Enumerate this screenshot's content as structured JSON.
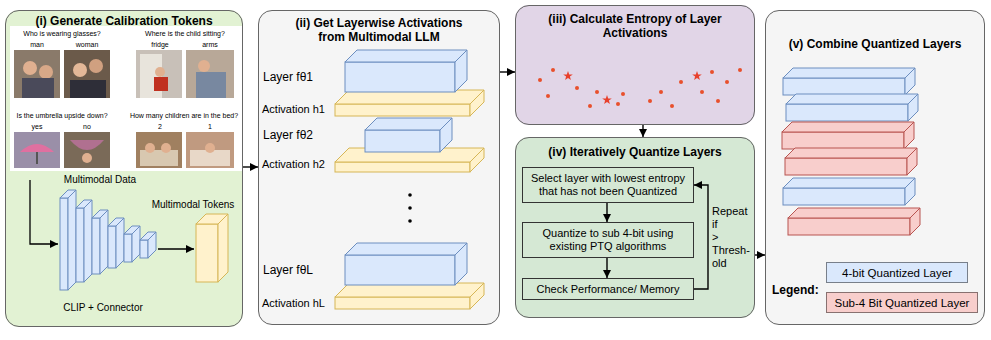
{
  "diagram": {
    "nodes": [
      {
        "text": [
          "(i) Generate Calibration Tokens"
        ]
      },
      {
        "text": [
          "(ii) Get Layerwise Activations from Multimodal LLM"
        ]
      },
      {
        "text": [
          "(iii) Calculate Entropy of Layer Activations"
        ]
      },
      {
        "text": [
          "(iv) Iteratively Quantize Layers"
        ]
      },
      {
        "text": [
          "Select layer with lowest entropy that has not been Quantized"
        ],
        "in": 3
      },
      {
        "text": [
          "Quantize to sub 4-bit using existing PTQ algorithms"
        ],
        "in": 3
      },
      {
        "text": [
          "Check Performance/ Memory"
        ],
        "in": 3
      },
      {
        "text": [
          "(v) Combine Quantized Layers"
        ]
      }
    ],
    "edges": [
      {
        "from": 0,
        "to": 1,
        "arrow": "to"
      },
      {
        "from": 1,
        "to": 2,
        "arrow": "to"
      },
      {
        "from": 2,
        "to": 3,
        "arrow": "to"
      },
      {
        "from": 4,
        "to": 5,
        "arrow": "to"
      },
      {
        "from": 5,
        "to": 6,
        "arrow": "to"
      },
      {
        "from": 6,
        "to": 4,
        "label": "Repeat if > Thresh- old",
        "arrow": "to"
      },
      {
        "from": 3,
        "to": 7,
        "arrow": "to"
      }
    ],
    "labels": [
      "Who is wearing glasses?",
      "man",
      "woman",
      "Where is the child sitting?",
      "fridge",
      "arms",
      "Is the umbrella upside down?",
      "yes",
      "no",
      "How many children are in the bed?",
      "2",
      "1",
      "Multimodal Data",
      "Multimodal Tokens",
      "CLIP + Connector",
      "Layer fθ1",
      "Activation h1",
      "Layer fθ2",
      "Activation h2",
      "Layer fθL",
      "Activation hL",
      "Legend:"
    ],
    "legend": [
      {
        "text": "4-bit Quantized Layer",
        "color": "#dae8fc"
      },
      {
        "text": "Sub-4 Bit Quantized Layer",
        "color": "#f8cecc"
      }
    ]
  }
}
